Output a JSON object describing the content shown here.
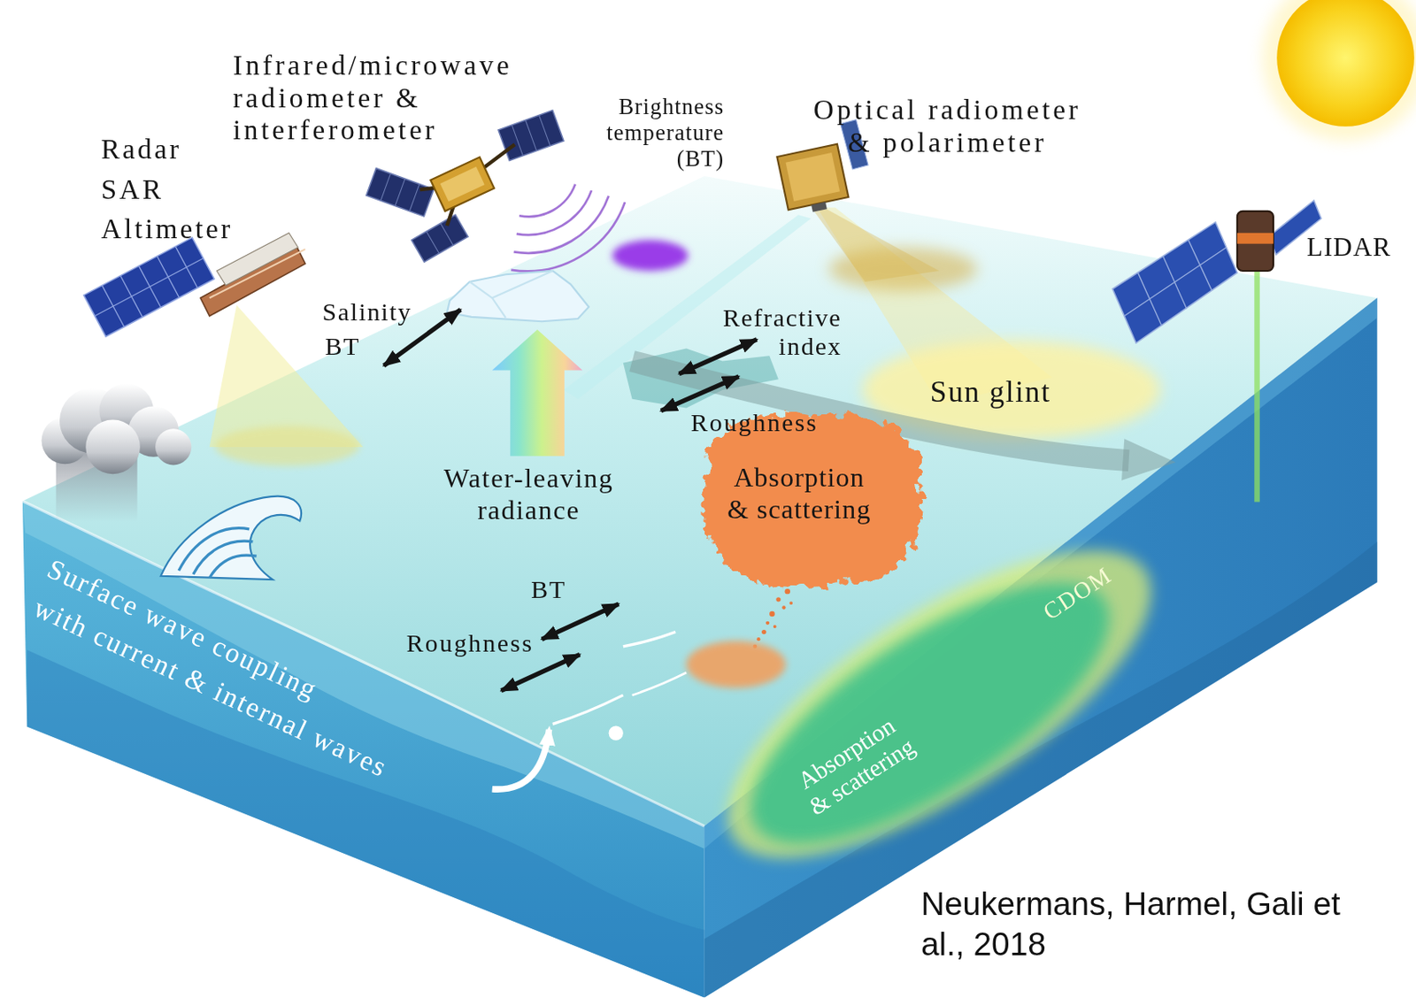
{
  "diagram": {
    "caption": "Neukermans, Harmel, Gali et al., 2018",
    "labels": [
      "Radar",
      "SAR",
      "Altimeter",
      "Infrared/microwave radiometer & interferometer",
      "Brightness temperature (BT)",
      "Optical radiometer & polarimeter",
      "LIDAR",
      "Salinity",
      "BT",
      "Refractive index",
      "Roughness",
      "Sun glint",
      "Water-leaving radiance",
      "Absorption & scattering",
      "BT",
      "Roughness",
      "Surface wave coupling",
      "with current & internal waves",
      "CDOM",
      "Absorption & scattering"
    ]
  }
}
